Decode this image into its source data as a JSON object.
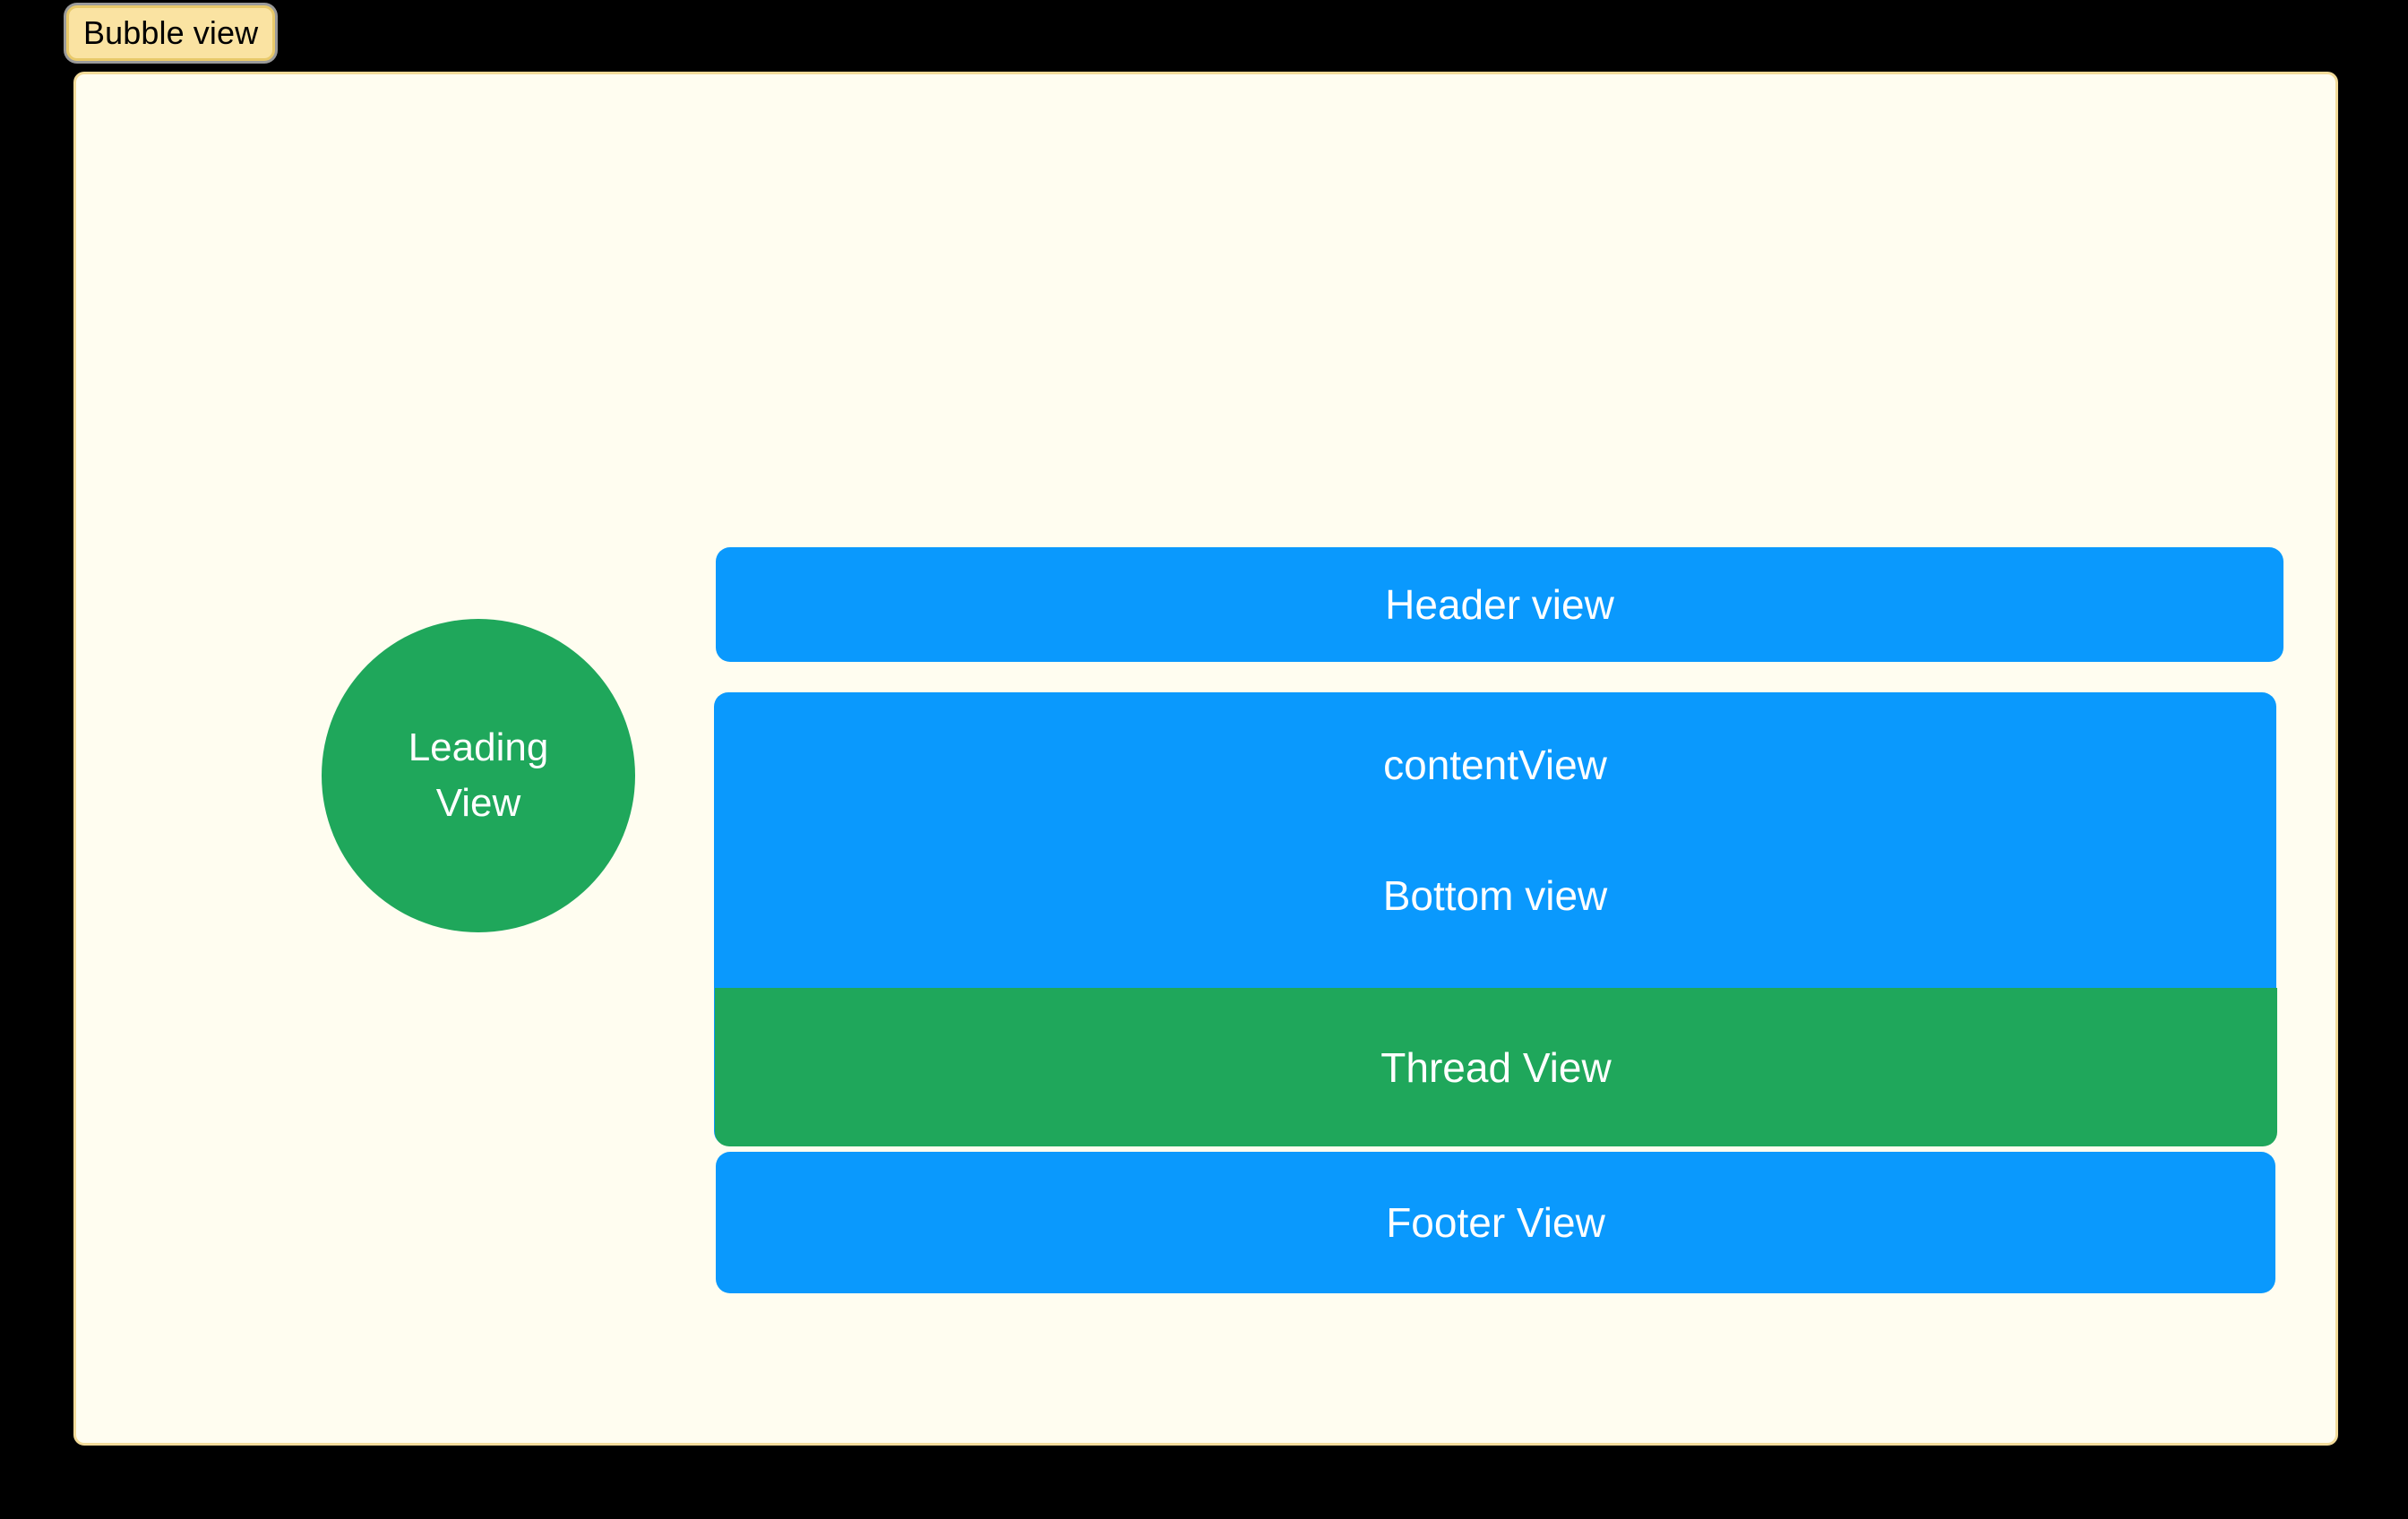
{
  "annotation": {
    "badge_label": "Bubble view"
  },
  "canvas": {
    "background_color": "#FFFDF0",
    "border_color": "#F2DB9A"
  },
  "colors": {
    "blue": "#0A99FD",
    "green": "#1FA75B",
    "badge_fill": "#FAE3A2",
    "badge_border": "#E8C96A",
    "backdrop": "#000000",
    "label_text": "#FFFFFF"
  },
  "leading": {
    "line1": "Leading",
    "line2": "View"
  },
  "blocks": {
    "header": {
      "label": "Header view"
    },
    "content": {
      "label": "contentView",
      "bottom_label": "Bottom view"
    },
    "thread": {
      "label": "Thread View"
    },
    "footer": {
      "label": "Footer View"
    }
  }
}
